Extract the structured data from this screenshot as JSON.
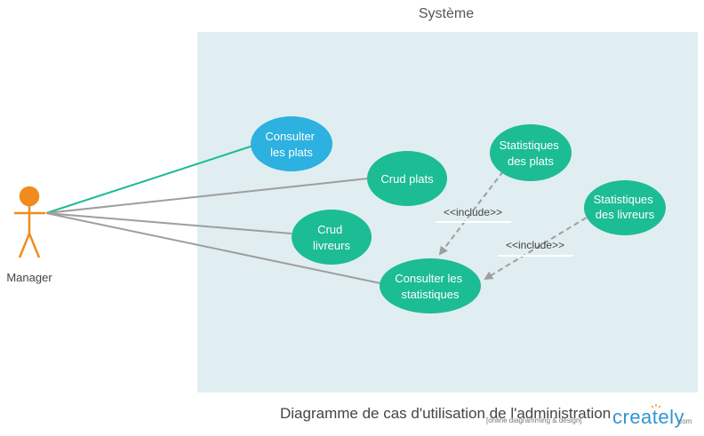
{
  "title": "Système",
  "caption": "Diagramme de cas d'utilisation de l'administration",
  "watermark": {
    "tagline": "[online diagramming & design]",
    "brand": "creately",
    "domain": ".com"
  },
  "actor": {
    "label": "Manager",
    "color": "#f08c1d"
  },
  "colors": {
    "system_bg": "#e0eef1",
    "usecase_green": "#1cbc94",
    "usecase_blue": "#2cb1e0",
    "line_teal": "#1cbc94",
    "line_grey": "#9e9e9e"
  },
  "usecases": {
    "consulter_plats": {
      "lines": [
        "Consulter",
        "les plats"
      ]
    },
    "crud_plats": {
      "lines": [
        "Crud plats"
      ]
    },
    "crud_livreurs": {
      "lines": [
        "Crud",
        "livreurs"
      ]
    },
    "consulter_stats": {
      "lines": [
        "Consulter les",
        "statistiques"
      ]
    },
    "stats_plats": {
      "lines": [
        "Statistiques",
        "des plats"
      ]
    },
    "stats_livreurs": {
      "lines": [
        "Statistiques",
        "des livreurs"
      ]
    }
  },
  "relations": {
    "include1": "<<include>>",
    "include2": "<<include>>"
  }
}
